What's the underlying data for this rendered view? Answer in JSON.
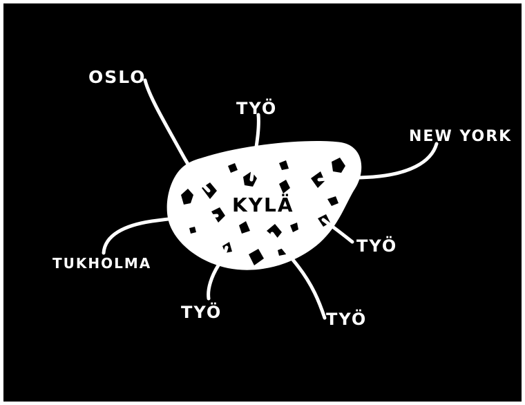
{
  "diagram": {
    "center_label": "KYLÄ",
    "labels": {
      "oslo": "OSLO",
      "tyo_top": "TYÖ",
      "new_york": "NEW YORK",
      "tukholma": "TUKHOLMA",
      "tyo_right": "TYÖ",
      "tyo_bottom_left": "TYÖ",
      "tyo_bottom_right": "TYÖ"
    },
    "colors": {
      "background": "#000000",
      "blob": "#ffffff",
      "lines": "#ffffff",
      "dots": "#000000"
    }
  }
}
